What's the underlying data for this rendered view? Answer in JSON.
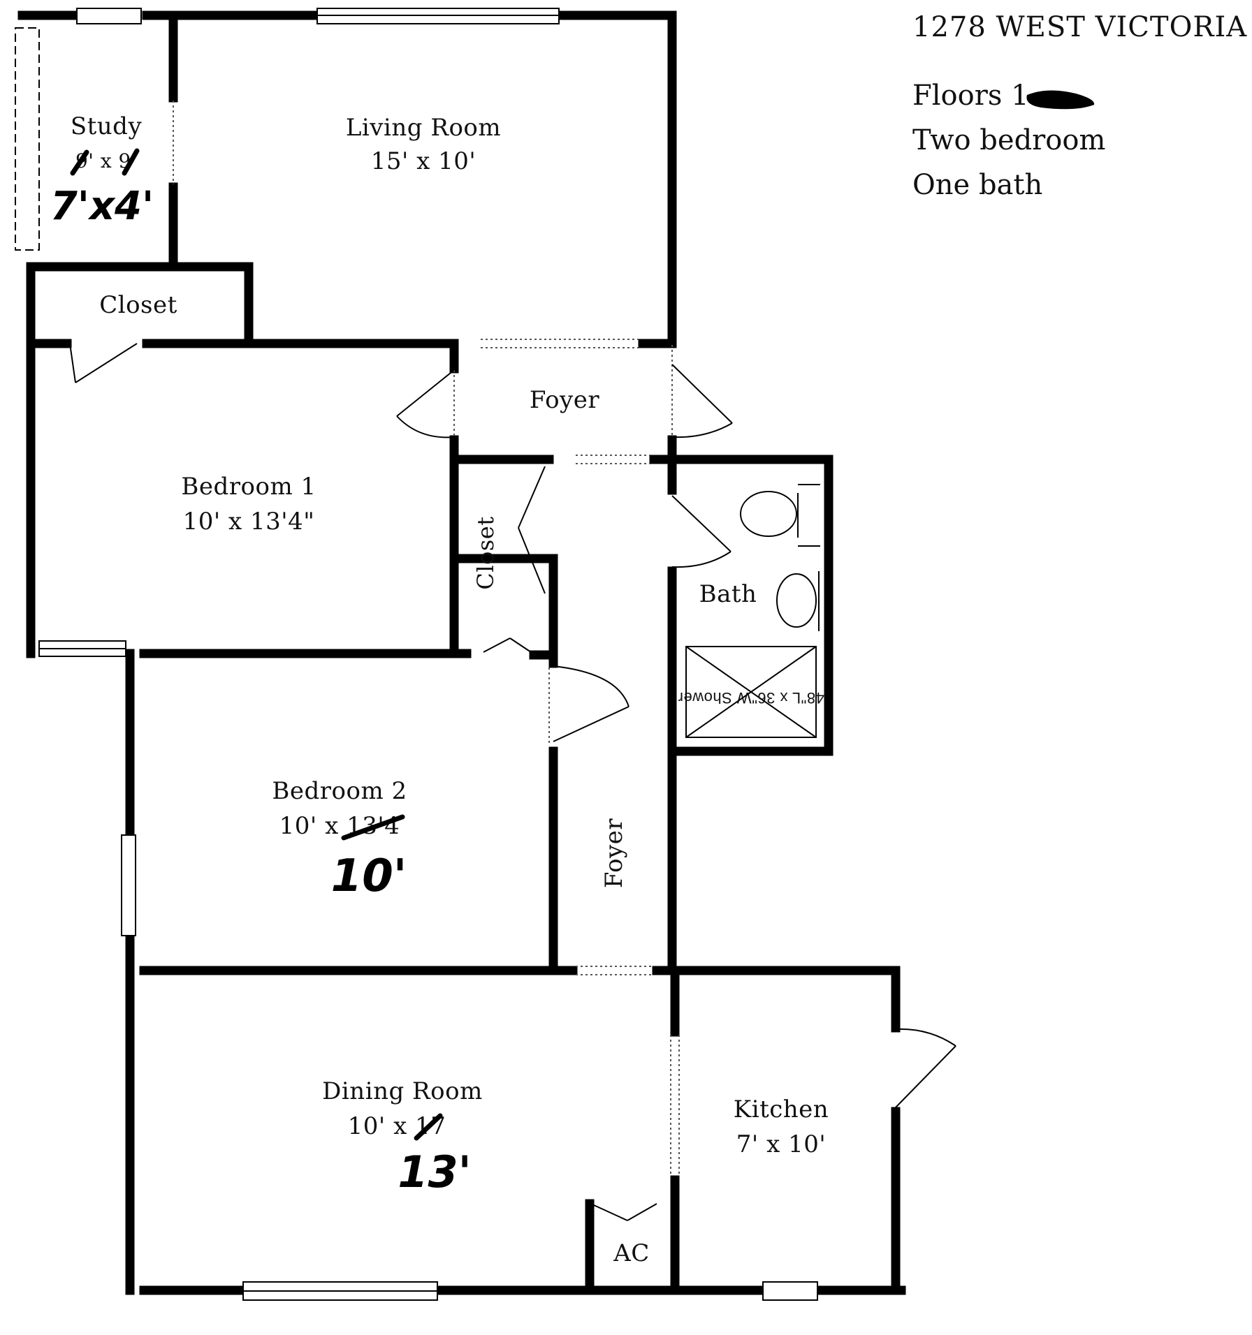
{
  "header": {
    "address": "1278 WEST VICTORIA",
    "floors": "Floors 1",
    "bedrooms": "Two bedroom",
    "baths": "One bath"
  },
  "rooms": {
    "study": {
      "name": "Study",
      "dims": "9' x 9'",
      "handwritten": "7'x4'"
    },
    "living_room": {
      "name": "Living Room",
      "dims": "15' x 10'"
    },
    "closet_top": {
      "name": "Closet"
    },
    "foyer_top": {
      "name": "Foyer"
    },
    "bedroom1": {
      "name": "Bedroom 1",
      "dims": "10' x 13'4\""
    },
    "closet_side": {
      "name": "Closet"
    },
    "bath": {
      "name": "Bath",
      "shower": "48\"L x 36\"W Shower"
    },
    "bedroom2": {
      "name": "Bedroom 2",
      "dims": "10' x 13'4",
      "handwritten": "10'"
    },
    "foyer_side": {
      "name": "Foyer"
    },
    "dining_room": {
      "name": "Dining Room",
      "dims": "10' x 17",
      "handwritten": "13'"
    },
    "kitchen": {
      "name": "Kitchen",
      "dims": "7' x 10'"
    },
    "ac": {
      "name": "AC"
    }
  }
}
